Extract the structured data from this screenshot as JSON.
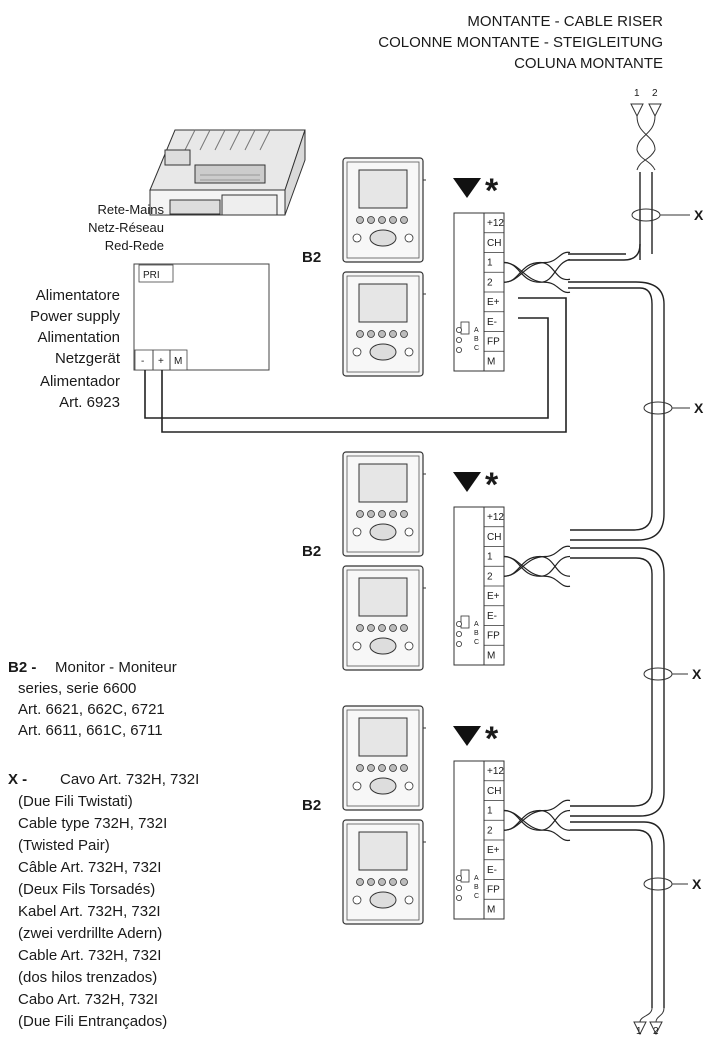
{
  "header": {
    "line1": "MONTANTE - CABLE RISER",
    "line2": "COLONNE MONTANTE - STEIGLEITUNG",
    "line3": "COLUNA MONTANTE"
  },
  "riser": {
    "pin_top_1": "1",
    "pin_top_2": "2",
    "pin_bottom_1": "1",
    "pin_bottom_2": "2",
    "cable_marker": "X"
  },
  "mains": {
    "line1": "Rete-Mains",
    "line2": "Netz-Réseau",
    "line3": "Red-Rede"
  },
  "power_supply": {
    "pri_label": "PRI",
    "terminal_minus": "-",
    "terminal_plus": "+",
    "terminal_m": "M",
    "labels": [
      "Alimentatore",
      "Power supply",
      "Alimentation",
      "Netzgerät",
      "Alimentador",
      "Art. 6923"
    ]
  },
  "station": {
    "label": "B2",
    "star": "*",
    "terminals": [
      "+12",
      "CH",
      "1",
      "2",
      "E+",
      "E-",
      "FP",
      "M"
    ],
    "jumper_letters": [
      "A",
      "B",
      "C"
    ]
  },
  "legend": {
    "b2_key": "B2 -",
    "b2_lines": [
      "Monitor - Moniteur",
      "series, serie 6600",
      "Art. 6621, 662C, 6721",
      "Art. 6611, 661C, 6711"
    ],
    "x_key": "X -",
    "x_lines": [
      "Cavo Art. 732H, 732I",
      "(Due Fili Twistati)",
      "Cable type 732H, 732I",
      "(Twisted Pair)",
      "Câble Art. 732H, 732I",
      "(Deux Fils Torsadés)",
      "Kabel Art. 732H, 732I",
      "(zwei verdrillte Adern)",
      "Cable Art. 732H, 732I",
      "(dos hilos trenzados)",
      "Cabo Art. 732H, 732I",
      "(Due Fili Entrançados)"
    ]
  }
}
